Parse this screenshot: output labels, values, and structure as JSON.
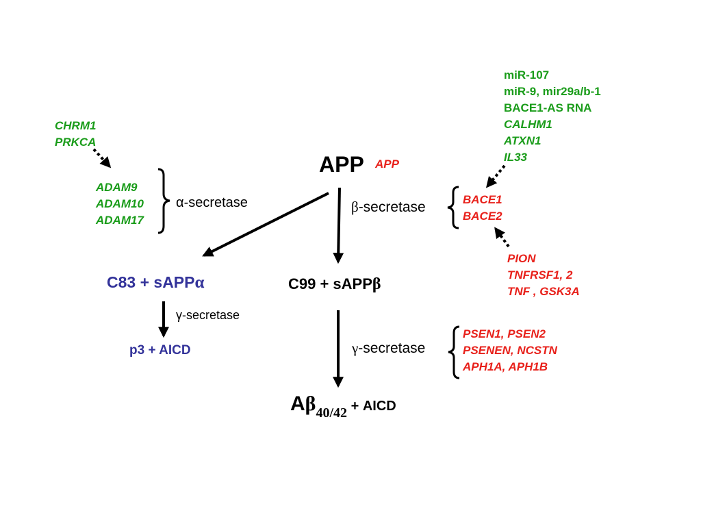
{
  "colors": {
    "regulator_promote": "#1a9c1a",
    "regulator_inhibit": "#e8211b",
    "nonamyloid_product": "#33339a",
    "main": "#000000"
  },
  "app": {
    "label": "APP",
    "gene": "APP"
  },
  "alpha": {
    "regulators": [
      "CHRM1",
      "PRKCA"
    ],
    "genes": [
      "ADAM9",
      "ADAM10",
      "ADAM17"
    ],
    "enzyme_label": "α-secretase",
    "product_main": "C83 + sAPP",
    "product_greek": "α",
    "gamma_label": "γ-secretase",
    "final_product": "p3 + AICD"
  },
  "beta": {
    "regulators_top": [
      "miR-107",
      "miR-9, mir29a/b-1",
      "BACE1-AS RNA",
      "CALHM1",
      "ATXN1",
      "IL33"
    ],
    "genes": [
      "BACE1",
      "BACE2"
    ],
    "regulators_bottom": [
      "PION",
      "TNFRSF1, 2",
      "TNF , GSK3A"
    ],
    "enzyme_greek": "β",
    "enzyme_suffix": "-secretase",
    "product_main": "C99 + sAPP",
    "product_greek": "β"
  },
  "gamma": {
    "enzyme_greek": "γ",
    "enzyme_suffix": "-secretase",
    "genes": [
      "PSEN1, PSEN2",
      "PSENEN, NCSTN",
      "APH1A, APH1B"
    ],
    "final_prefix": "A",
    "final_greek": "β",
    "final_subscript": "40/42",
    "final_suffix": " + AICD"
  }
}
